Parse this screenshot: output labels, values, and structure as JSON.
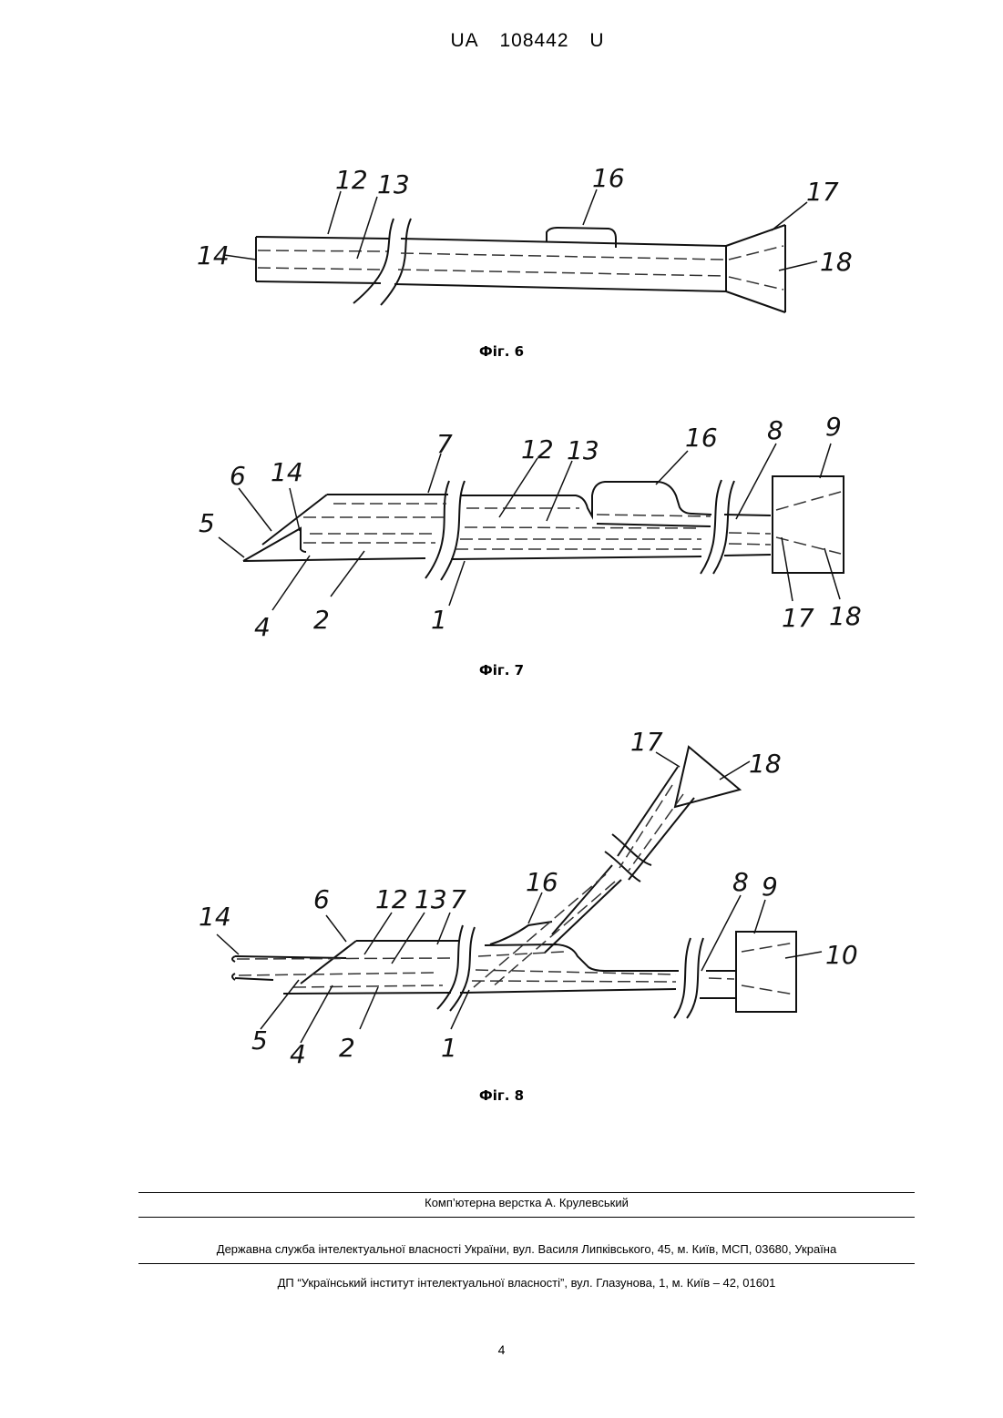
{
  "header": {
    "country": "UA",
    "number": "108442",
    "kind": "U"
  },
  "figures": [
    {
      "caption": "Фіг. 6",
      "labels": [
        "12",
        "13",
        "16",
        "17",
        "14",
        "18"
      ]
    },
    {
      "caption": "Фіг. 7",
      "labels": [
        "7",
        "12",
        "13",
        "16",
        "8",
        "9",
        "6",
        "14",
        "5",
        "4",
        "2",
        "1",
        "17",
        "18"
      ]
    },
    {
      "caption": "Фіг. 8",
      "labels": [
        "17",
        "18",
        "16",
        "14",
        "6",
        "12",
        "13",
        "7",
        "8",
        "9",
        "10",
        "5",
        "4",
        "2",
        "1"
      ]
    }
  ],
  "footer": {
    "layout": "Комп’ютерна верстка А. Крулевський",
    "office": "Державна служба інтелектуальної власності України, вул. Василя Липківського, 45, м. Київ, МСП, 03680, Україна",
    "institute": "ДП “Український інститут інтелектуальної власності”, вул. Глазунова, 1, м. Київ – 42, 01601"
  },
  "page_number": "4"
}
